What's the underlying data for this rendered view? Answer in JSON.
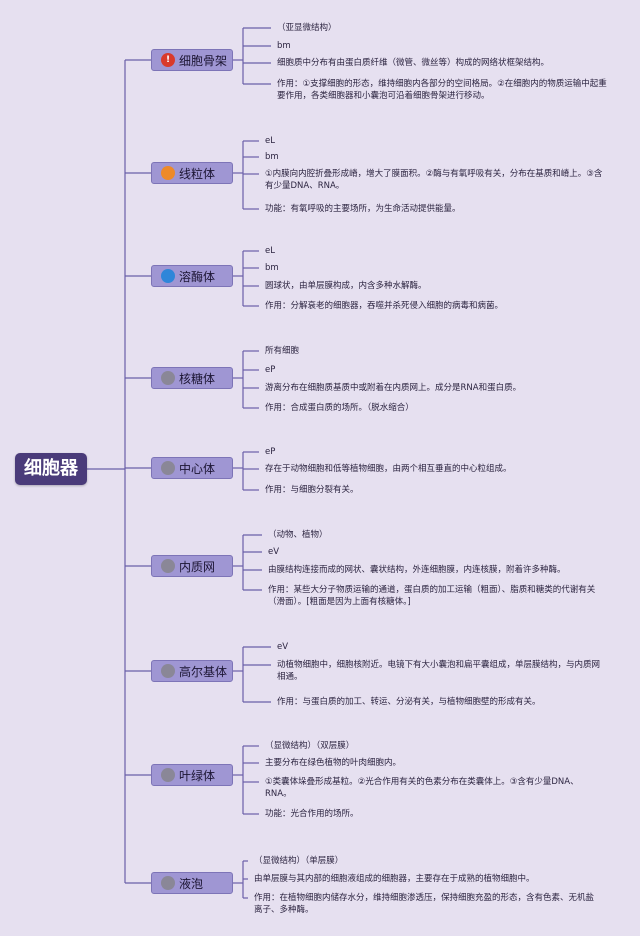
{
  "root": {
    "label": "细胞器"
  },
  "nodes": [
    {
      "label": "细胞骨架",
      "badge": "!",
      "leaves": [
        "（亚显微结构）",
        "bm",
        "细胞质中分布有由蛋白质纤维（微管、微丝等）构成的网络状框架结构。",
        "作用：①支撑细胞的形态，维持细胞内各部分的空间格局。②在细胞内的物质运输中起重要作用，各类细胞器和小囊泡可沿着细胞骨架进行移动。"
      ]
    },
    {
      "label": "线粒体",
      "badge": "",
      "leaves": [
        "eL",
        "bm",
        "①内膜向内腔折叠形成嵴，增大了膜面积。②酶与有氧呼吸有关，分布在基质和嵴上。③含有少量DNA、RNA。",
        "功能：有氧呼吸的主要场所，为生命活动提供能量。"
      ]
    },
    {
      "label": "溶酶体",
      "badge": "",
      "leaves": [
        "eL",
        "bm",
        "圆球状，由单层膜构成，内含多种水解酶。",
        "作用：分解衰老的细胞器，吞噬并杀死侵入细胞的病毒和病菌。"
      ]
    },
    {
      "label": "核糖体",
      "badge": "",
      "leaves": [
        "所有细胞",
        "eP",
        "游离分布在细胞质基质中或附着在内质网上。成分是RNA和蛋白质。",
        "作用：合成蛋白质的场所。（脱水缩合）"
      ]
    },
    {
      "label": "中心体",
      "badge": "",
      "leaves": [
        "eP",
        "存在于动物细胞和低等植物细胞，由两个相互垂直的中心粒组成。",
        "作用：与细胞分裂有关。"
      ]
    },
    {
      "label": "内质网",
      "badge": "",
      "leaves": [
        "（动物、植物）",
        "eV",
        "由膜结构连接而成的网状、囊状结构，外连细胞膜，内连核膜，附着许多种酶。",
        "作用：某些大分子物质运输的通道，蛋白质的加工运输（粗面）、脂质和糖类的代谢有关（滑面）。[粗面是因为上面有核糖体。]"
      ]
    },
    {
      "label": "高尔基体",
      "badge": "",
      "leaves": [
        "eV",
        "动植物细胞中，细胞核附近。电镜下有大小囊泡和扁平囊组成，单层膜结构，与内质网相通。",
        "作用：与蛋白质的加工、转运、分泌有关，与植物细胞壁的形成有关。"
      ]
    },
    {
      "label": "叶绿体",
      "badge": "",
      "leaves": [
        "（显微结构）（双层膜）",
        "主要分布在绿色植物的叶肉细胞内。",
        "①类囊体垛叠形成基粒。②光合作用有关的色素分布在类囊体上。③含有少量DNA、RNA。",
        "功能：光合作用的场所。"
      ]
    },
    {
      "label": "液泡",
      "badge": "",
      "leaves": [
        "（显微结构）（单层膜）",
        "由单层膜与其内部的细胞液组成的细胞器，主要存在于成熟的植物细胞中。",
        "作用：在植物细胞内储存水分，维持细胞渗透压，保持细胞充盈的形态，含有色素、无机盐离子、多种酶。"
      ]
    }
  ],
  "colors": {
    "line": "#6a5fa8",
    "root": "#4a3b7a",
    "node": "#9f96d3"
  }
}
